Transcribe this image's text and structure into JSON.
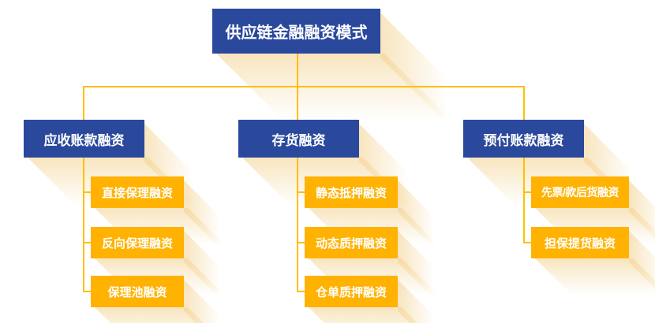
{
  "tree": {
    "root": {
      "label": "供应链金融融资模式"
    },
    "branches": [
      {
        "label": "应收账款融资",
        "children": [
          "直接保理融资",
          "反向保理融资",
          "保理池融资"
        ]
      },
      {
        "label": "存货融资",
        "children": [
          "静态抵押融资",
          "动态质押融资",
          "仓单质押融资"
        ]
      },
      {
        "label": "预付账款融资",
        "children": [
          "先票/款后货融资",
          "担保提货融资"
        ]
      }
    ],
    "colors": {
      "node_blue": "#2A489C",
      "node_yellow": "#FFB201",
      "connector": "#FFBF00",
      "shadow": "#F4D494",
      "text": "#FFFFFF",
      "background": "#FFFFFF"
    }
  }
}
